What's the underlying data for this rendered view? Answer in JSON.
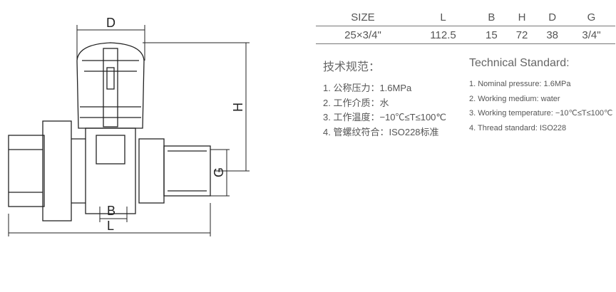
{
  "table": {
    "headers": [
      "SIZE",
      "L",
      "B",
      "H",
      "D",
      "G"
    ],
    "values": [
      "25×3/4\"",
      "112.5",
      "15",
      "72",
      "38",
      "3/4\""
    ]
  },
  "cn": {
    "title": "技术规范：",
    "items": [
      "1. 公称压力：1.6MPa",
      "2. 工作介质：水",
      "3. 工作温度：−10℃≤T≤100℃",
      "4. 管螺纹符合：ISO228标准"
    ]
  },
  "en": {
    "title": "Technical Standard:",
    "items": [
      "1. Nominal pressure: 1.6MPa",
      "2. Working medium: water",
      "3. Working temperature: −10℃≤T≤100℃",
      "4. Thread standard: ISO228"
    ]
  },
  "dims": {
    "D": "D",
    "H": "H",
    "G": "G",
    "B": "B",
    "L": "L"
  }
}
